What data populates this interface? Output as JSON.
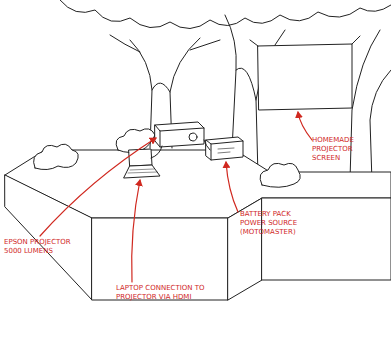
{
  "diagram": {
    "labels": [
      "HOMEMADE PROJECTOR SCREEN",
      "EPSON PROJECTOR 5000 LUMENS",
      "LAPTOP CONNECTION TO PROJECTOR VIA HDMI",
      "BATTERY PACK POWER SOURCE (MOTOMASTER)"
    ]
  }
}
